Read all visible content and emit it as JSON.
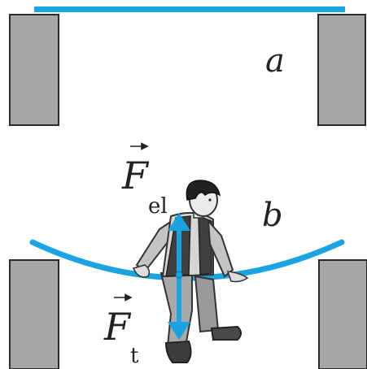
{
  "panels": {
    "a": {
      "label": "a"
    },
    "b": {
      "label": "b"
    }
  },
  "forces": {
    "elastic": {
      "symbol": "F",
      "subscript": "el",
      "direction": "up"
    },
    "gravity": {
      "symbol": "F",
      "subscript": "t",
      "direction": "down"
    }
  },
  "colors": {
    "beam": "#1aa3e0",
    "arrow": "#1aa3e0",
    "support_fill": "#a6a6a6",
    "support_stroke": "#2b2b2b",
    "text": "#222222"
  }
}
